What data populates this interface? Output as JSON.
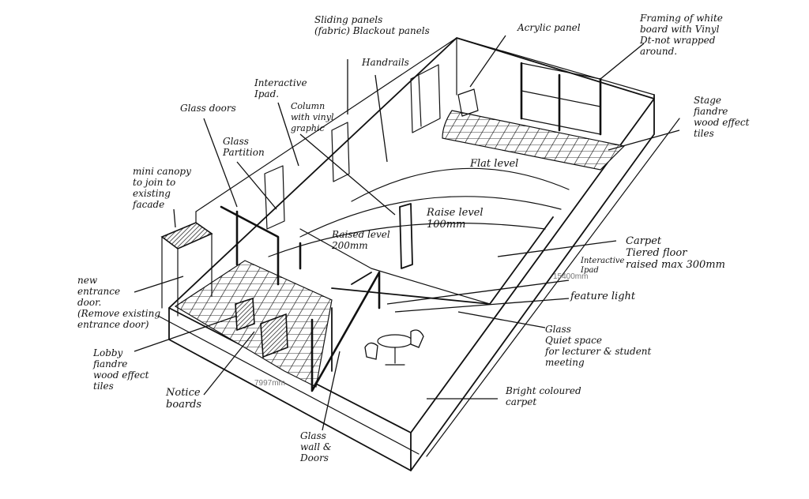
{
  "diagram": {
    "dimensions": {
      "length": "15400mm",
      "width": "7997mm"
    },
    "annotations": {
      "sliding_panels": "Sliding panels\n(fabric) Blackout panels",
      "acrylic_panel": "Acrylic panel",
      "framing": "Framing of white\nboard with Vinyl\nDt-not wrapped\naround.",
      "interactive_ipad": "Interactive\nIpad.",
      "handrails": "Handrails",
      "glass_doors": "Glass doors",
      "column_vinyl": "Column\nwith vinyl\ngraphic",
      "stage_flooring": "Stage\nfiandre\nwood effect\ntiles",
      "glass_partition": "Glass\nPartition",
      "mini_canopy": "mini canopy\nto join to\nexisting\nfacade",
      "flat_level": "Flat level",
      "raise_level": "Raise level\n100mm",
      "raised_level_200": "Raised level\n200mm",
      "carpet": "Carpet\nTiered floor\nraised max 300mm",
      "interactive_ipad_2": "Interactive\nIpad",
      "new_entrance_door": "new\nentrance\ndoor.\n(Remove existing\nentrance door)",
      "feature_light": "feature light",
      "glass_quiet_space": "Glass\nQuiet space\nfor lecturer & student\nmeeting",
      "lobby_flooring": "Lobby\nfiandre\nwood effect\ntiles",
      "notice_boards": "Notice\nboards",
      "bright_carpet": "Bright coloured\ncarpet",
      "glass_wall_doors": "Glass\nwall &\nDoors"
    }
  }
}
